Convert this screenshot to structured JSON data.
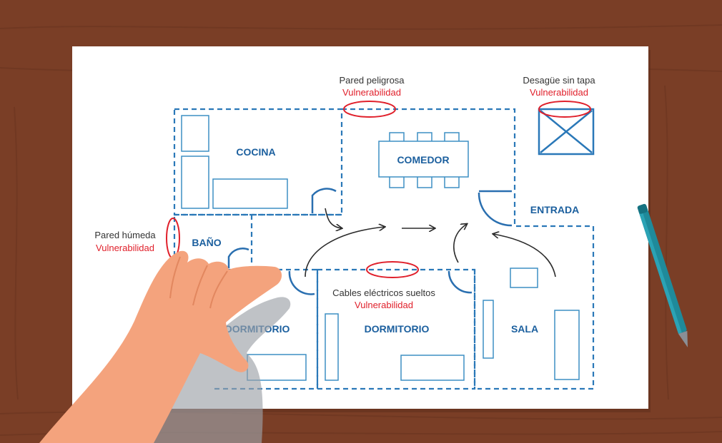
{
  "rooms": {
    "cocina": "COCINA",
    "comedor": "COMEDOR",
    "entrada": "ENTRADA",
    "bano": "BAÑO",
    "dormitorio_left": "DORMITORIO",
    "dormitorio_center": "DORMITORIO",
    "sala": "SALA"
  },
  "hazards": {
    "pared_peligrosa": {
      "title": "Pared peligrosa",
      "tag": "Vulnerabilidad"
    },
    "desague": {
      "title": "Desagüe sin tapa",
      "tag": "Vulnerabilidad"
    },
    "pared_humeda": {
      "title": "Pared húmeda",
      "tag": "Vulnerabilidad"
    },
    "cables": {
      "title": "Cables eléctricos sueltos",
      "tag": "Vulnerabilidad"
    }
  },
  "colors": {
    "wood": "#7a3e26",
    "paper": "#ffffff",
    "plan_blue": "#2a78b8",
    "label_blue": "#1b5f9e",
    "hazard_red": "#e0202b",
    "pencil": "#1f8a9a",
    "skin": "#f4a37d"
  }
}
